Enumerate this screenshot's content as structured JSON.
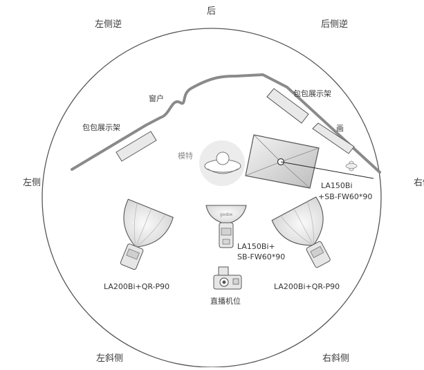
{
  "directions": {
    "back": "后",
    "back_left": "左侧逆",
    "back_right": "后侧逆",
    "left": "左侧",
    "right": "右侧",
    "front_left": "左斜侧",
    "front_right": "右斜侧"
  },
  "scene": {
    "window": "窗户",
    "bag_rack_left": "包包展示架",
    "bag_rack_right": "包包展示架",
    "painting": "画",
    "model": "模特",
    "camera": "直播机位"
  },
  "lights": {
    "top_right": [
      "LA150Bi",
      "+SB-FW60*90"
    ],
    "center": [
      "LA150Bi+",
      "SB-FW60*90"
    ],
    "left": "LA200Bi+QR-P90",
    "right": "LA200Bi+QR-P90",
    "brand": "godox"
  },
  "colors": {
    "wall": "#8a8a8a",
    "outline": "#444444",
    "fill_light": "#e8e8e8",
    "fill_mid": "#cfcfcf"
  }
}
